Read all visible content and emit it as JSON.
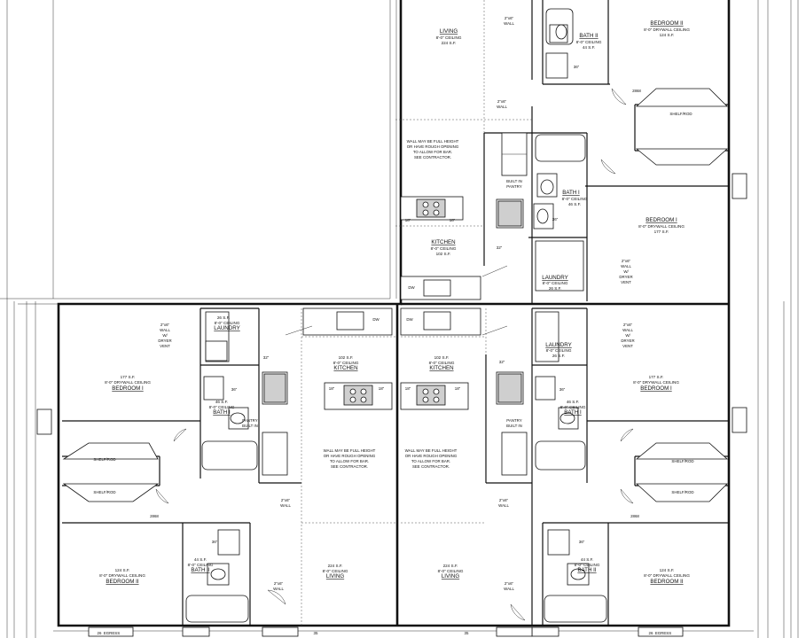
{
  "rooms": {
    "living": "LIVING",
    "kitchen": "KITCHEN",
    "bath1": "BATH I",
    "bath2": "BATH II",
    "bedroom1": "BEDROOM I",
    "bedroom2": "BEDROOM II",
    "laundry": "LAUNDRY"
  },
  "areas": {
    "living": "224 S.F.",
    "kitchen": "102 S.F.",
    "bath1": "46 S.F.",
    "bath2": "44 S.F.",
    "bedroom1": "177 S.F.",
    "bedroom2": "124 S.F.",
    "laundry": "26 S.F."
  },
  "ceilings": {
    "standard": "8'-0\" CEILING",
    "drywall": "8'-0\" DRYWALL CEILING"
  },
  "notes": {
    "wall_line1": "WALL MAY BE FULL HEIGHT",
    "wall_line2": "OR HAVE ROUGH OPENING",
    "wall_line3": "TO ALLOW FOR BAR.",
    "wall_line4": "SEE CONTRACTOR.",
    "wall_2x6": "2\"x6\"",
    "wall_word": "WALL",
    "wall_w": "W/",
    "dryer": "DRYER",
    "vent": "VENT",
    "shelf_rod": "SHELF/ROD",
    "pantry1": "PANTRY",
    "pantry2": "BUILT IN",
    "builtin": "BUILT IN",
    "pantry": "PANTRY",
    "egress": "EGRESS",
    "door_2868": "2868",
    "dim_36": "36\"",
    "dim_18": "18\"",
    "dim_32": "32\"",
    "dw": "DW",
    "size_35": "35",
    "size_26": "26"
  }
}
